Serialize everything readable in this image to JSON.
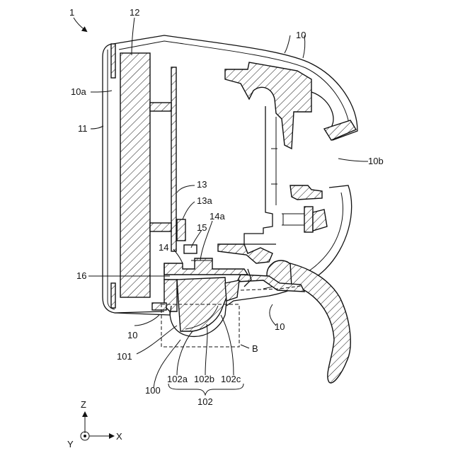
{
  "figure_number": "1",
  "labels": {
    "housing_top": "10",
    "housing_bottom_left": "10",
    "housing_bottom_mid": "10",
    "housing_front": "10a",
    "opening": "10b",
    "cover": "11",
    "display": "12",
    "board": "13",
    "board_part": "13a",
    "connector": "14",
    "connector_part": "14a",
    "component": "15",
    "gasket": "16",
    "sensor_assembly": "100",
    "sensor_window": "101",
    "lens_group": "102",
    "lens_a": "102a",
    "lens_b": "102b",
    "lens_c": "102c",
    "detail_region": "B"
  },
  "axes": {
    "z": "Z",
    "x": "X",
    "y": "Y"
  }
}
